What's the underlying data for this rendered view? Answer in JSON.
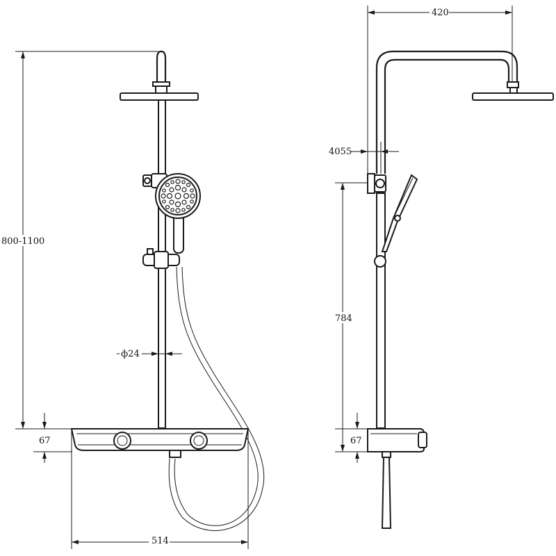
{
  "drawing": {
    "front_view": {
      "total_height_label": "800-1100",
      "pipe_diameter_label": "ф24",
      "valve_height_label": "67",
      "shelf_width_label": "514"
    },
    "side_view": {
      "arm_reach_label": "420",
      "wall_offset_label": "4055",
      "rail_height_label": "784",
      "valve_height_label": "67"
    }
  },
  "colors": {
    "line": "#1a1a1a",
    "background": "#ffffff"
  }
}
